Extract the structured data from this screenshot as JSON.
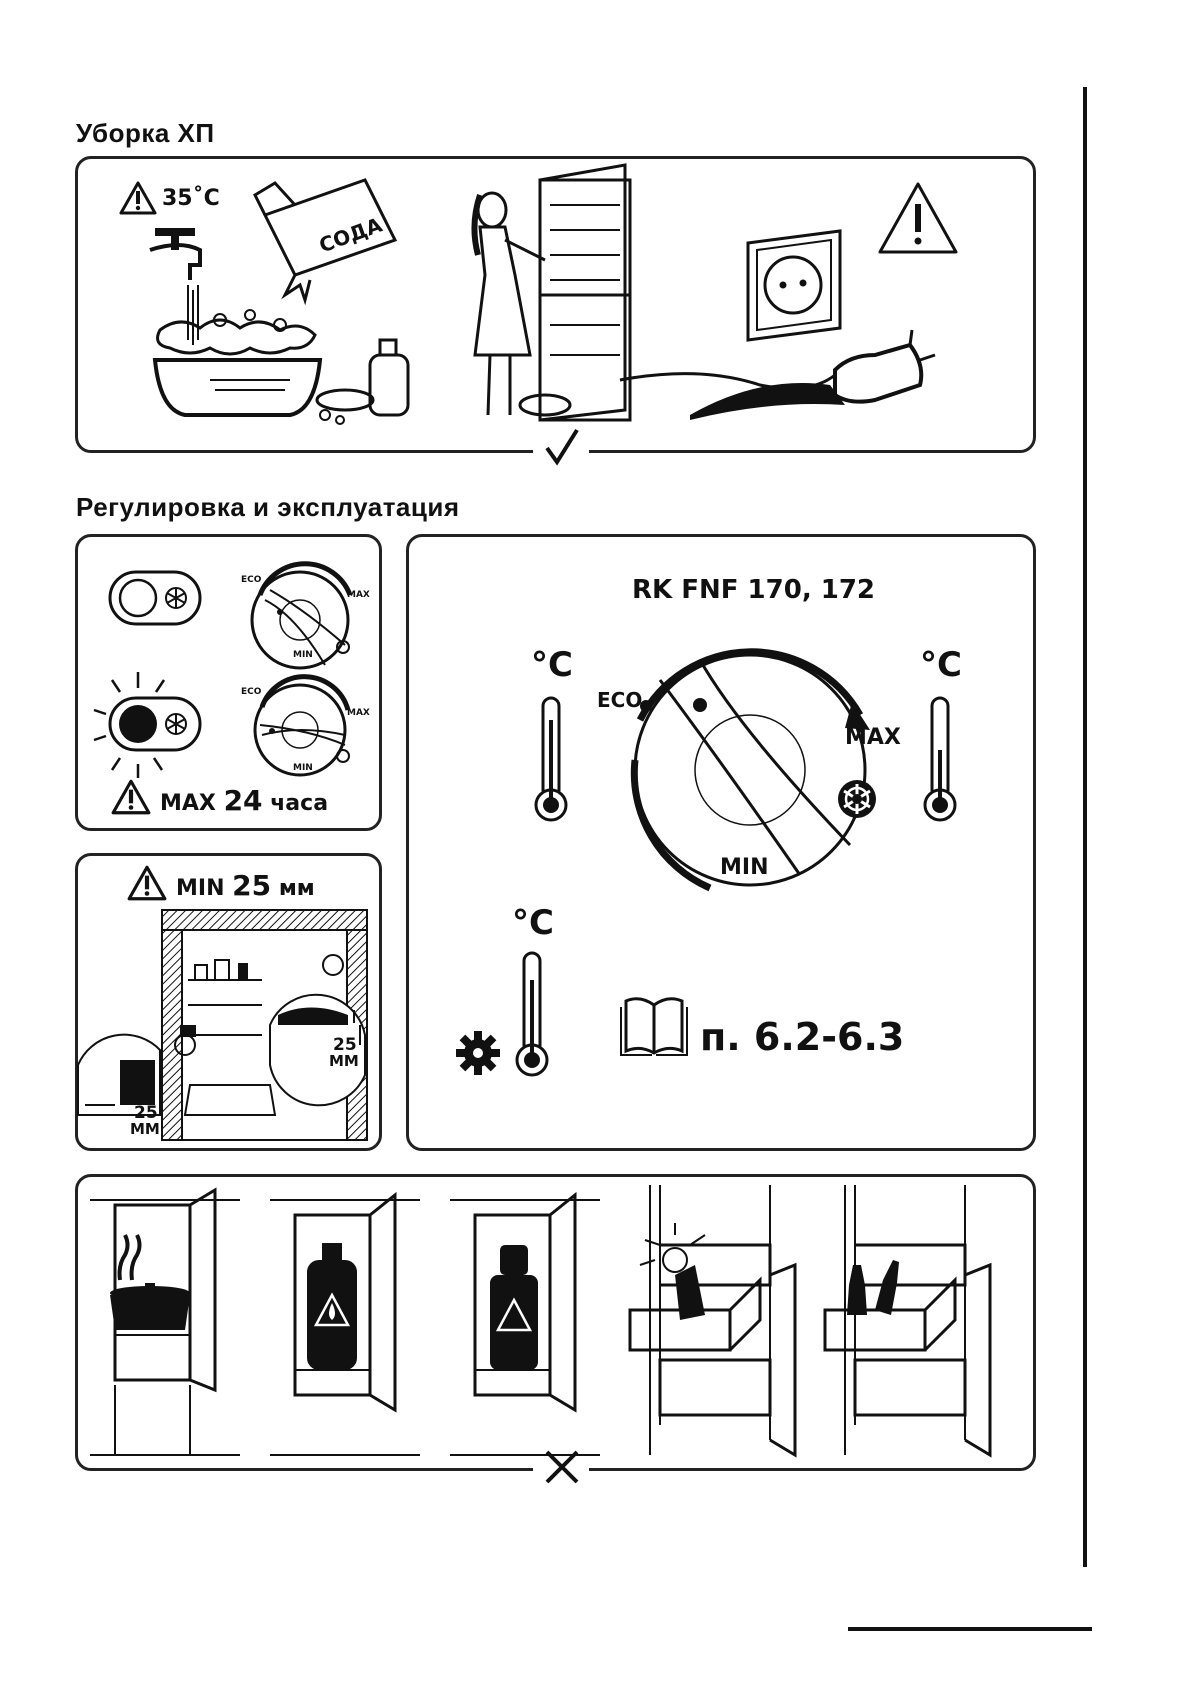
{
  "sections": {
    "cleaning_title": "Уборка ХП",
    "operation_title": "Регулировка и эксплуатация"
  },
  "cleaning": {
    "temp_warning": "35˚C",
    "soda_label": "СОДА"
  },
  "dial_small": {
    "eco": "ECO",
    "max": "MAX",
    "min": "MIN"
  },
  "max_hours": {
    "max": "MAX",
    "hours": "24",
    "unit": "часа"
  },
  "clearance": {
    "min": "MIN",
    "value": "25",
    "unit": "мм",
    "side_value": "25",
    "side_unit": "ММ",
    "top_value": "25",
    "top_unit": "ММ"
  },
  "control": {
    "model": "RK FNF 170, 172",
    "temp_unit": "°C",
    "eco": "ECO",
    "max": "MAX",
    "min": "MIN",
    "manual_ref": "п. 6.2-6.3"
  },
  "icons": [
    "warning-icon",
    "check-icon",
    "cross-icon",
    "thermometer-icon",
    "gear-icon",
    "book-icon",
    "snowflake-icon",
    "socket-icon"
  ]
}
